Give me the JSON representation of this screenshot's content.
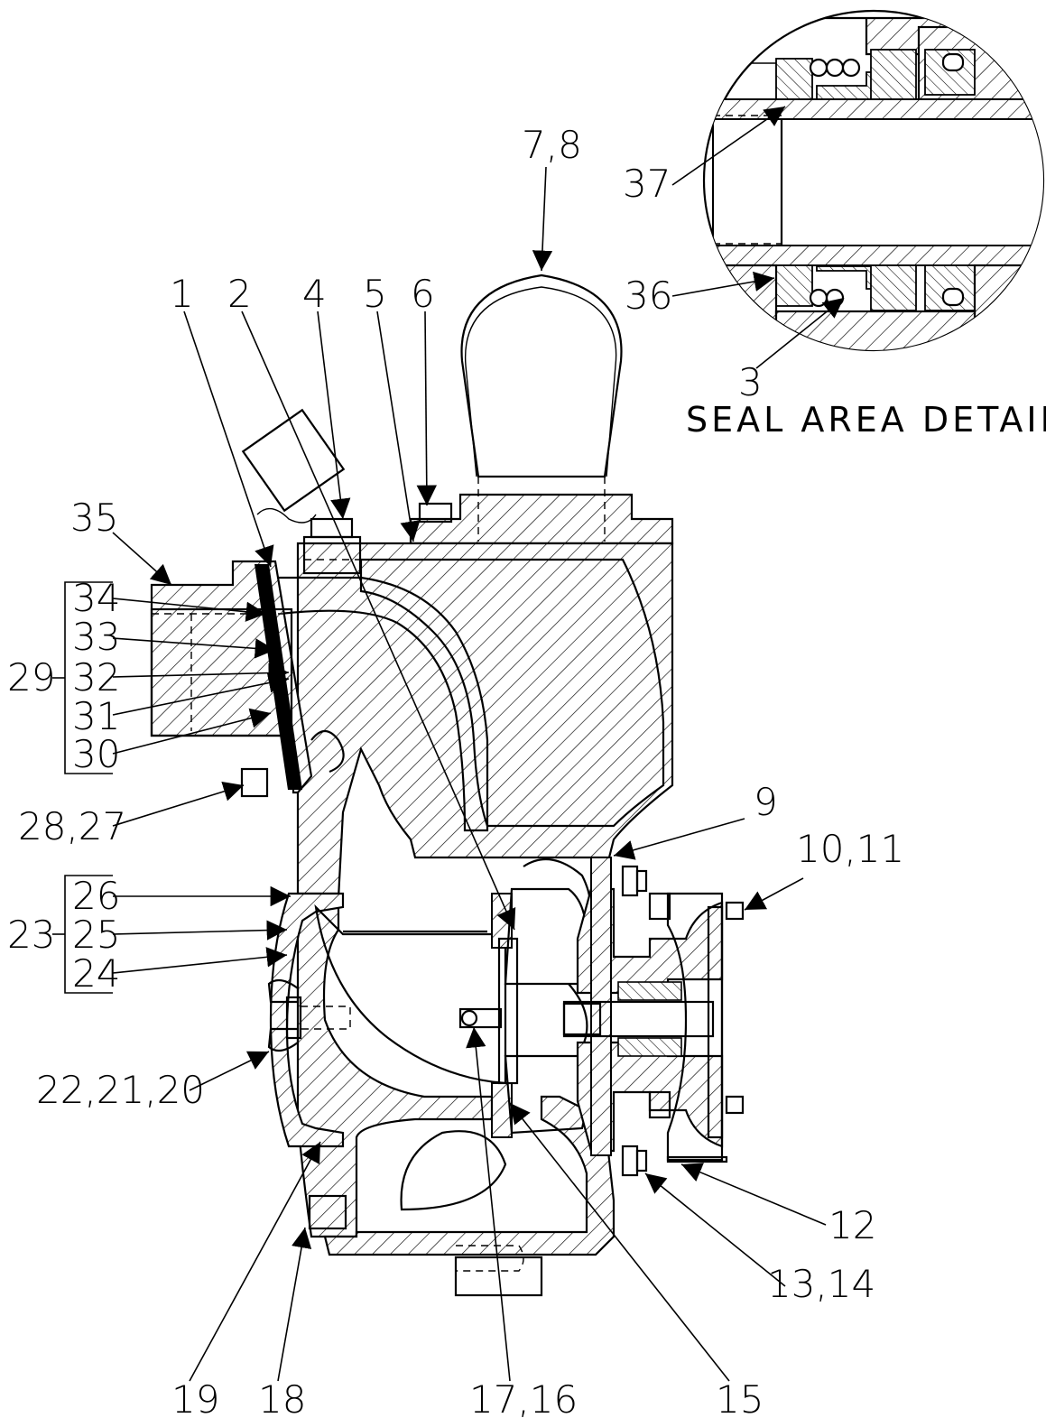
{
  "detail": {
    "title": "SEAL AREA DETAIL"
  },
  "callouts": {
    "c1": "1",
    "c2": "2",
    "c4": "4",
    "c5": "5",
    "c6": "6",
    "c7_8": "7,8",
    "c37": "37",
    "c36": "36",
    "c3": "3",
    "c35": "35",
    "c34": "34",
    "c33": "33",
    "c29": "29",
    "c32": "32",
    "c31": "31",
    "c30": "30",
    "c28_27": "28,27",
    "c9": "9",
    "c10_11": "10,11",
    "c26": "26",
    "c23": "23",
    "c25": "25",
    "c24": "24",
    "c22_21_20": "22,21,20",
    "c12": "12",
    "c13_14": "13,14",
    "c19": "19",
    "c18": "18",
    "c17_16": "17,16",
    "c15": "15"
  }
}
